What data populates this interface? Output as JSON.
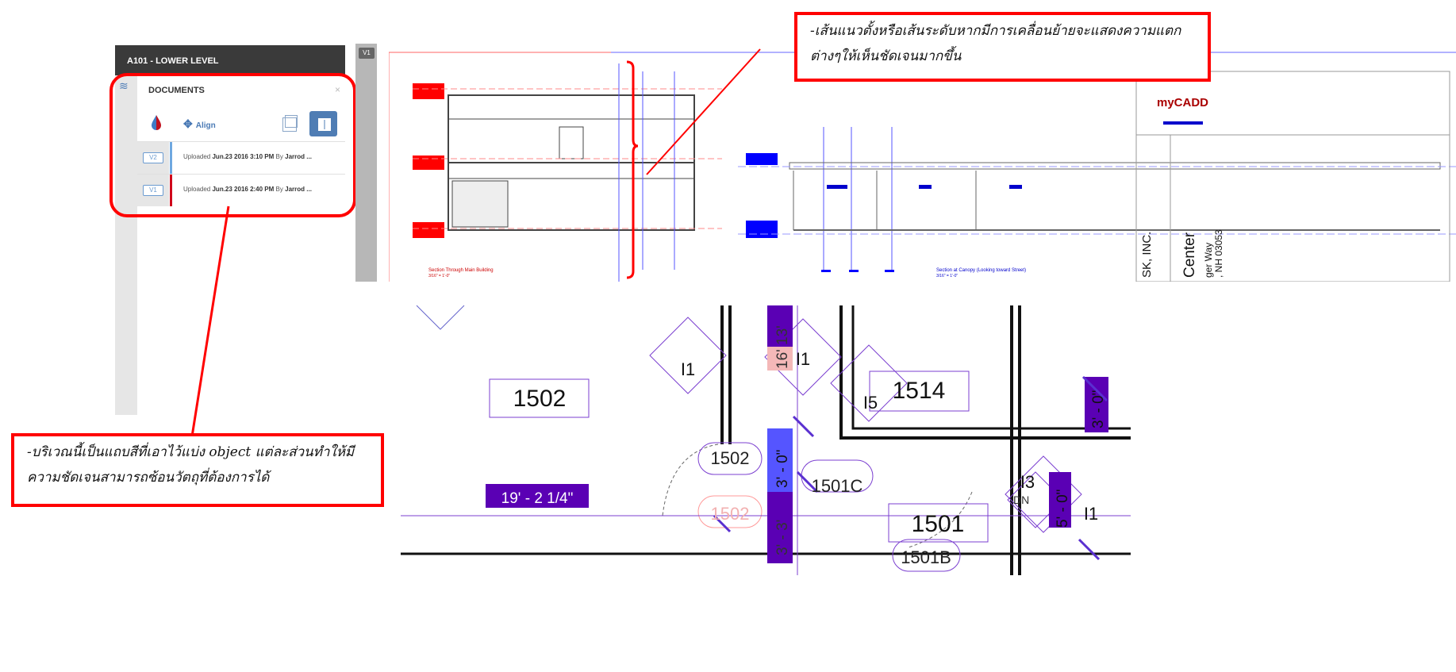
{
  "panel": {
    "sheet_title": "A101 - LOWER LEVEL",
    "documents_title": "DOCUMENTS",
    "close": "×",
    "align_label": "Align",
    "versions": [
      {
        "badge": "V2",
        "prefix": "Uploaded",
        "date": "Jun.23 2016 3:10 PM",
        "by": "By",
        "user": "Jarrod ...",
        "color": "#6fa8e0"
      },
      {
        "badge": "V1",
        "prefix": "Uploaded",
        "date": "Jun.23 2016 2:40 PM",
        "by": "By",
        "user": "Jarrod ...",
        "color": "#d0021b"
      }
    ]
  },
  "viewer": {
    "version_tag": "V1"
  },
  "callouts": {
    "top": "-เส้นแนวตั้งหรือเส้นระดับหากมีการเคลื่อนย้ายจะแสดงความแตกต่างๆให้เห็นชัดเจนมากขึ้น",
    "bottom": "-บริเวณนี้เป็นแถบสีที่เอาไว้แบ่ง object แต่ละส่วนทำให้มีความชัดเจนสามารถซ้อนวัตถุที่ต้องการได้"
  },
  "drawing": {
    "section1": "Section Through Main Building",
    "section1_scale": "3/16\" = 1'-0\"",
    "section3": "Section at Canopy (Looking toward Street)",
    "section3_scale": "3/16\" = 1'-0\"",
    "title_block": {
      "logo": "myCADD",
      "company": "SK, INC.",
      "project": "Center",
      "street": "ger Way",
      "city": ", NH 03053"
    },
    "rooms": [
      "1502",
      "1514",
      "1501",
      "1502",
      "1501C",
      "1501B",
      "1502"
    ],
    "tags": [
      "I1",
      "I1",
      "I5",
      "I3",
      "I1"
    ],
    "dims": [
      "19' - 2 1/4\"",
      "3' - 0\"",
      "3' - 0\"",
      "5' - 0\"",
      "16' 13'",
      "3' - 3'",
      "DN"
    ]
  },
  "colors": {
    "accent": "#4f7db4",
    "callout_border": "#ff0000",
    "v1": "#ff0000",
    "v2": "#0000ff",
    "dim_fill": "#5a00b4"
  }
}
